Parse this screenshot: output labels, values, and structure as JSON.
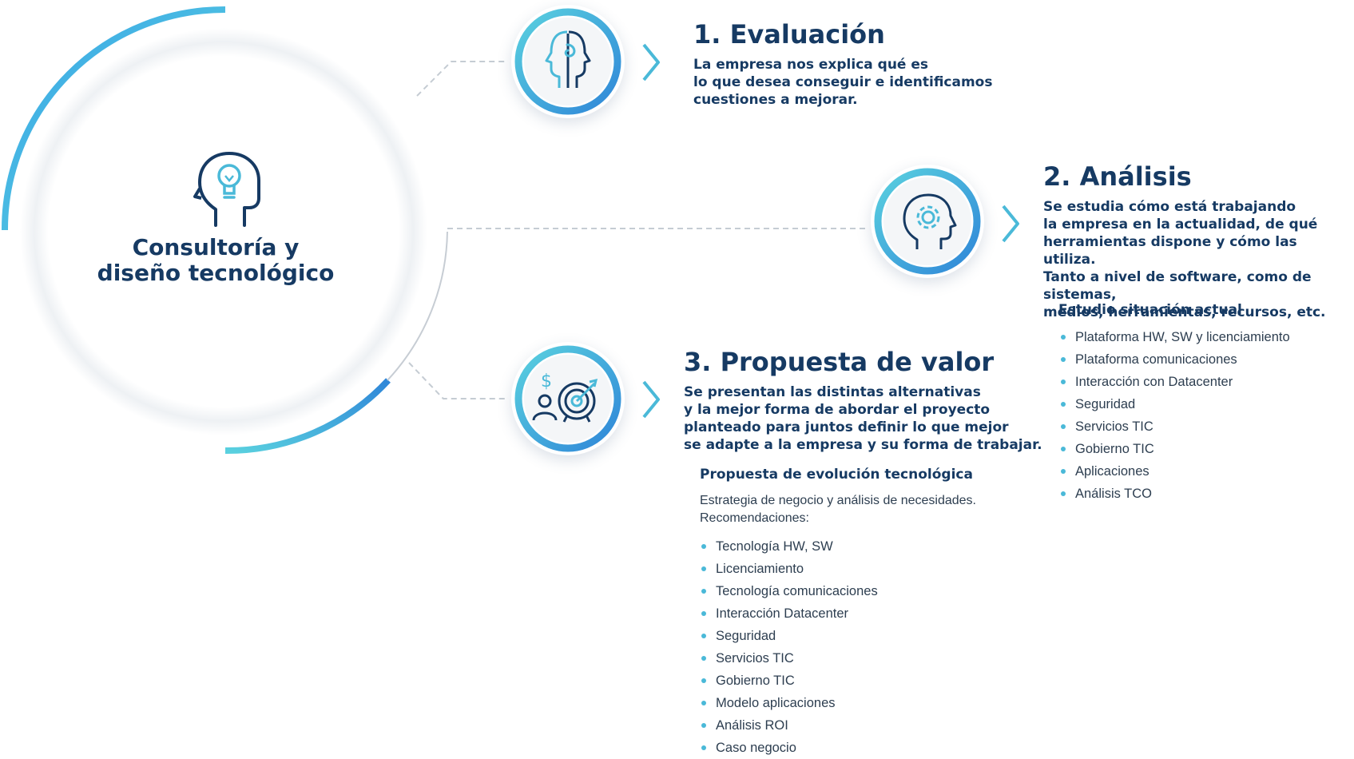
{
  "center": {
    "title_line1": "Consultoría y",
    "title_line2": "diseño tecnológico",
    "icon": "lightbulb-head-icon"
  },
  "steps": [
    {
      "title": "1. Evaluación",
      "icon": "head-spiral-icon",
      "description": [
        "La empresa nos explica qué es",
        "lo que desea conseguir e identificamos",
        "cuestiones a mejorar."
      ]
    },
    {
      "title": "2. Análisis",
      "icon": "head-gear-icon",
      "description": [
        "Se estudia cómo está trabajando",
        "la empresa en la actualidad, de qué",
        "herramientas dispone y cómo las utiliza.",
        "Tanto a nivel de software, como de sistemas,",
        "medios, herramientas, recursos, etc."
      ],
      "subsection_title": "Estudio situación actual",
      "items": [
        "Plataforma HW, SW y licenciamiento",
        "Plataforma comunicaciones",
        "Interacción con Datacenter",
        "Seguridad",
        "Servicios TIC",
        "Gobierno TIC",
        "Aplicaciones",
        "Análisis TCO"
      ]
    },
    {
      "title": "3. Propuesta de valor",
      "icon": "target-dollar-person-icon",
      "description": [
        "Se presentan las distintas alternativas",
        "y la mejor forma de abordar el proyecto",
        "planteado para juntos definir lo que mejor",
        "se adapte a la empresa y su forma de trabajar."
      ],
      "subsection_title": "Propuesta de evolución tecnológica",
      "intro": [
        "Estrategia de negocio y análisis de necesidades.",
        "Recomendaciones:"
      ],
      "items": [
        "Tecnología HW, SW",
        "Licenciamiento",
        "Tecnología comunicaciones",
        "Interacción Datacenter",
        "Seguridad",
        "Servicios TIC",
        "Gobierno TIC",
        "Modelo aplicaciones",
        "Análisis ROI",
        "Caso negocio"
      ]
    }
  ],
  "colors": {
    "navy": "#163a63",
    "accent_light": "#5ad1df",
    "accent_dark": "#3a8fdc",
    "bullet": "#4ab9d8"
  }
}
